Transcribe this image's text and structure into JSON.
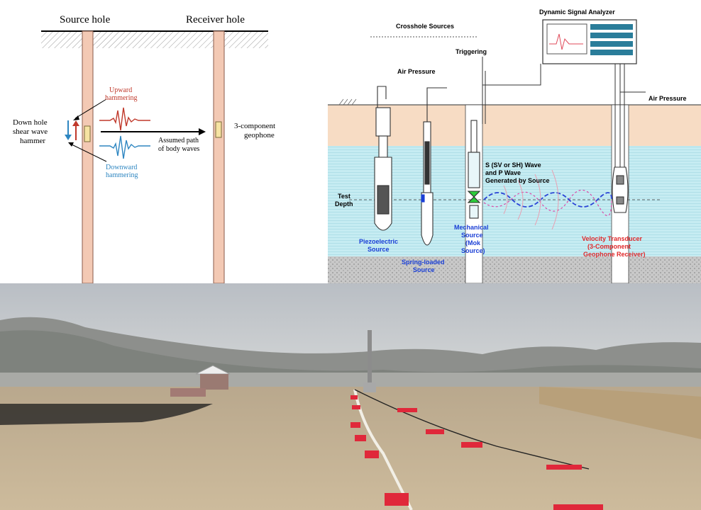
{
  "downhole_diagram": {
    "source_hole_label": "Source hole",
    "receiver_hole_label": "Receiver hole",
    "hammer_label": [
      "Down hole",
      "shear wave",
      "hammer"
    ],
    "upward_label": [
      "Upward",
      "hammering"
    ],
    "downward_label": [
      "Downward",
      "hammering"
    ],
    "path_label": [
      "Assumed path",
      "of body waves"
    ],
    "geophone_label": [
      "3-component",
      "geophone"
    ],
    "colors": {
      "upward": "#c0392b",
      "downward": "#2e86c1",
      "hole": "#f3c9b4"
    }
  },
  "crosshole_diagram": {
    "crosshole_sources_label": "Crosshole Sources",
    "analyzer_label": "Dynamic Signal Analyzer",
    "triggering_label": "Triggering",
    "air_pressure_left_label": "Air Pressure",
    "air_pressure_right_label": "Air Pressure",
    "wave_label": [
      "S (SV or SH) Wave",
      "and P Wave",
      "Generated by Source"
    ],
    "test_depth_label": [
      "Test",
      "Depth"
    ],
    "piezo_label": [
      "Piezoelectric",
      "Source"
    ],
    "spring_label": [
      "Spring-loaded",
      "Source"
    ],
    "mechanical_label": [
      "Mechanical",
      "Source",
      "(Mok",
      "Source)"
    ],
    "velocity_label": [
      "Velocity Transducer",
      "(3-Component",
      "Geophone Receiver)"
    ],
    "colors": {
      "blue_label": "#1a3fd6",
      "red_label": "#e0282a",
      "water": "#c6ecf2",
      "soil": "#f7dcc4"
    }
  },
  "field_photo": {
    "description_icon": "field-photo",
    "colors": {
      "sky": "#c9ced2",
      "ground": "#c9b79a",
      "cable_marker": "#e0283a"
    }
  }
}
